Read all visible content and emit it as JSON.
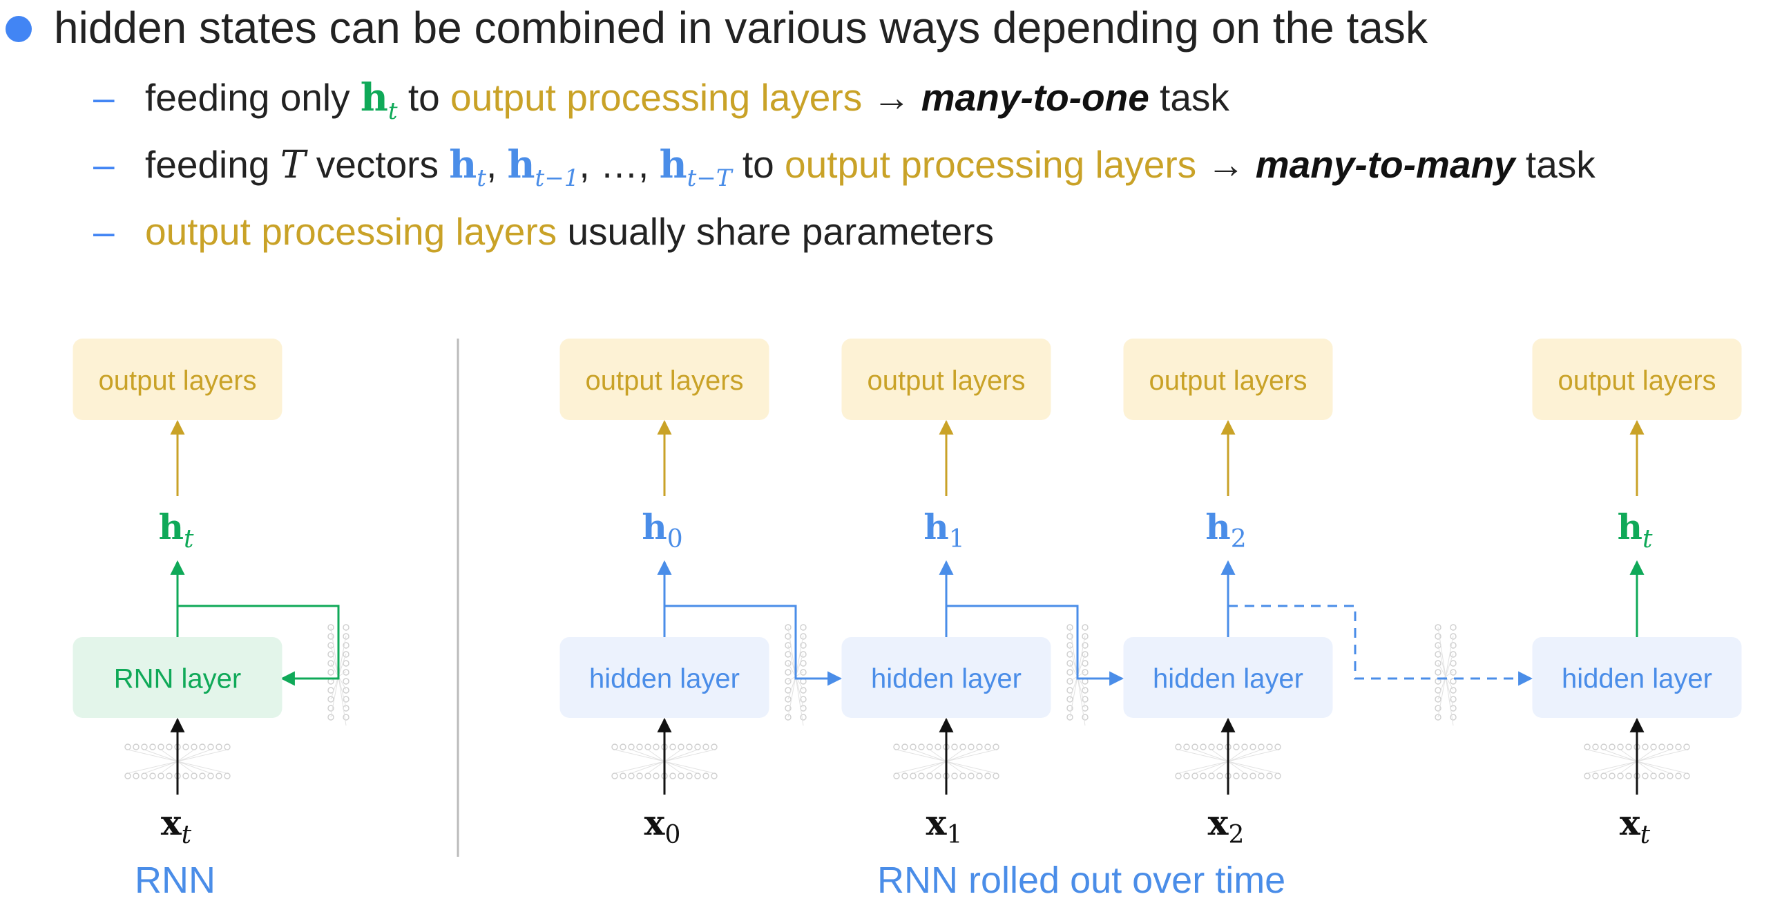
{
  "bullets": {
    "main": "hidden states can be combined in various ways depending on the task",
    "sub1": {
      "pre": "feeding only ",
      "sym": "h",
      "sym_sub": "t",
      "mid": " to ",
      "gold": "output processing layers",
      "arrow": " → ",
      "bold": "many-to-one",
      "post": " task"
    },
    "sub2": {
      "pre": "feeding ",
      "T": "T",
      "mid1": " vectors ",
      "v1": "h",
      "v1_sub": "t",
      "sep1": ", ",
      "v2": "h",
      "v2_sub": "t−1",
      "sep2": ", …, ",
      "v3": "h",
      "v3_sub": "t−T",
      "mid2": " to ",
      "gold": "output processing layers",
      "arrow": " → ",
      "bold": "many-to-many",
      "post": " task"
    },
    "sub3": {
      "gold": "output processing layers",
      "post": " usually share parameters"
    }
  },
  "dash": "–",
  "diagram": {
    "output_label": "output layers",
    "rnn_layer_label": "RNN layer",
    "hidden_layer_label": "hidden layer",
    "left_caption": "RNN",
    "right_caption": "RNN rolled out over time",
    "h_symbol": "h",
    "x_symbol": "x",
    "left_sub": "t",
    "steps": [
      "0",
      "1",
      "2",
      "t"
    ]
  },
  "colors": {
    "gold": "#c9a227",
    "green": "#0fa958",
    "blue": "#4a8de8",
    "output_fill": "#fdf2d5",
    "rnn_fill": "#e3f5ea",
    "hidden_fill": "#ecf2fd"
  }
}
